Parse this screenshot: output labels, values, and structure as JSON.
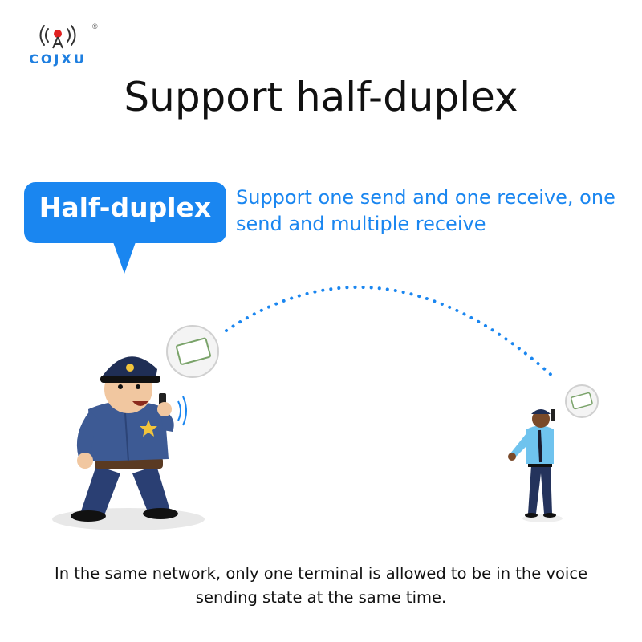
{
  "logo": {
    "text": "COJXU",
    "registered": "®",
    "icon": "radio-tower-icon"
  },
  "title": "Support half-duplex",
  "bubble": {
    "label": "Half-duplex",
    "color": "#1a86f0"
  },
  "description": "Support one send and one receive, one send and multiple receive",
  "scene": {
    "sender": "police-officer-with-radio",
    "receiver": "security-guard-with-radio",
    "signal_color": "#1a86f0"
  },
  "footer": "In the same network, only one terminal is allowed to be in the voice sending state at the same time."
}
